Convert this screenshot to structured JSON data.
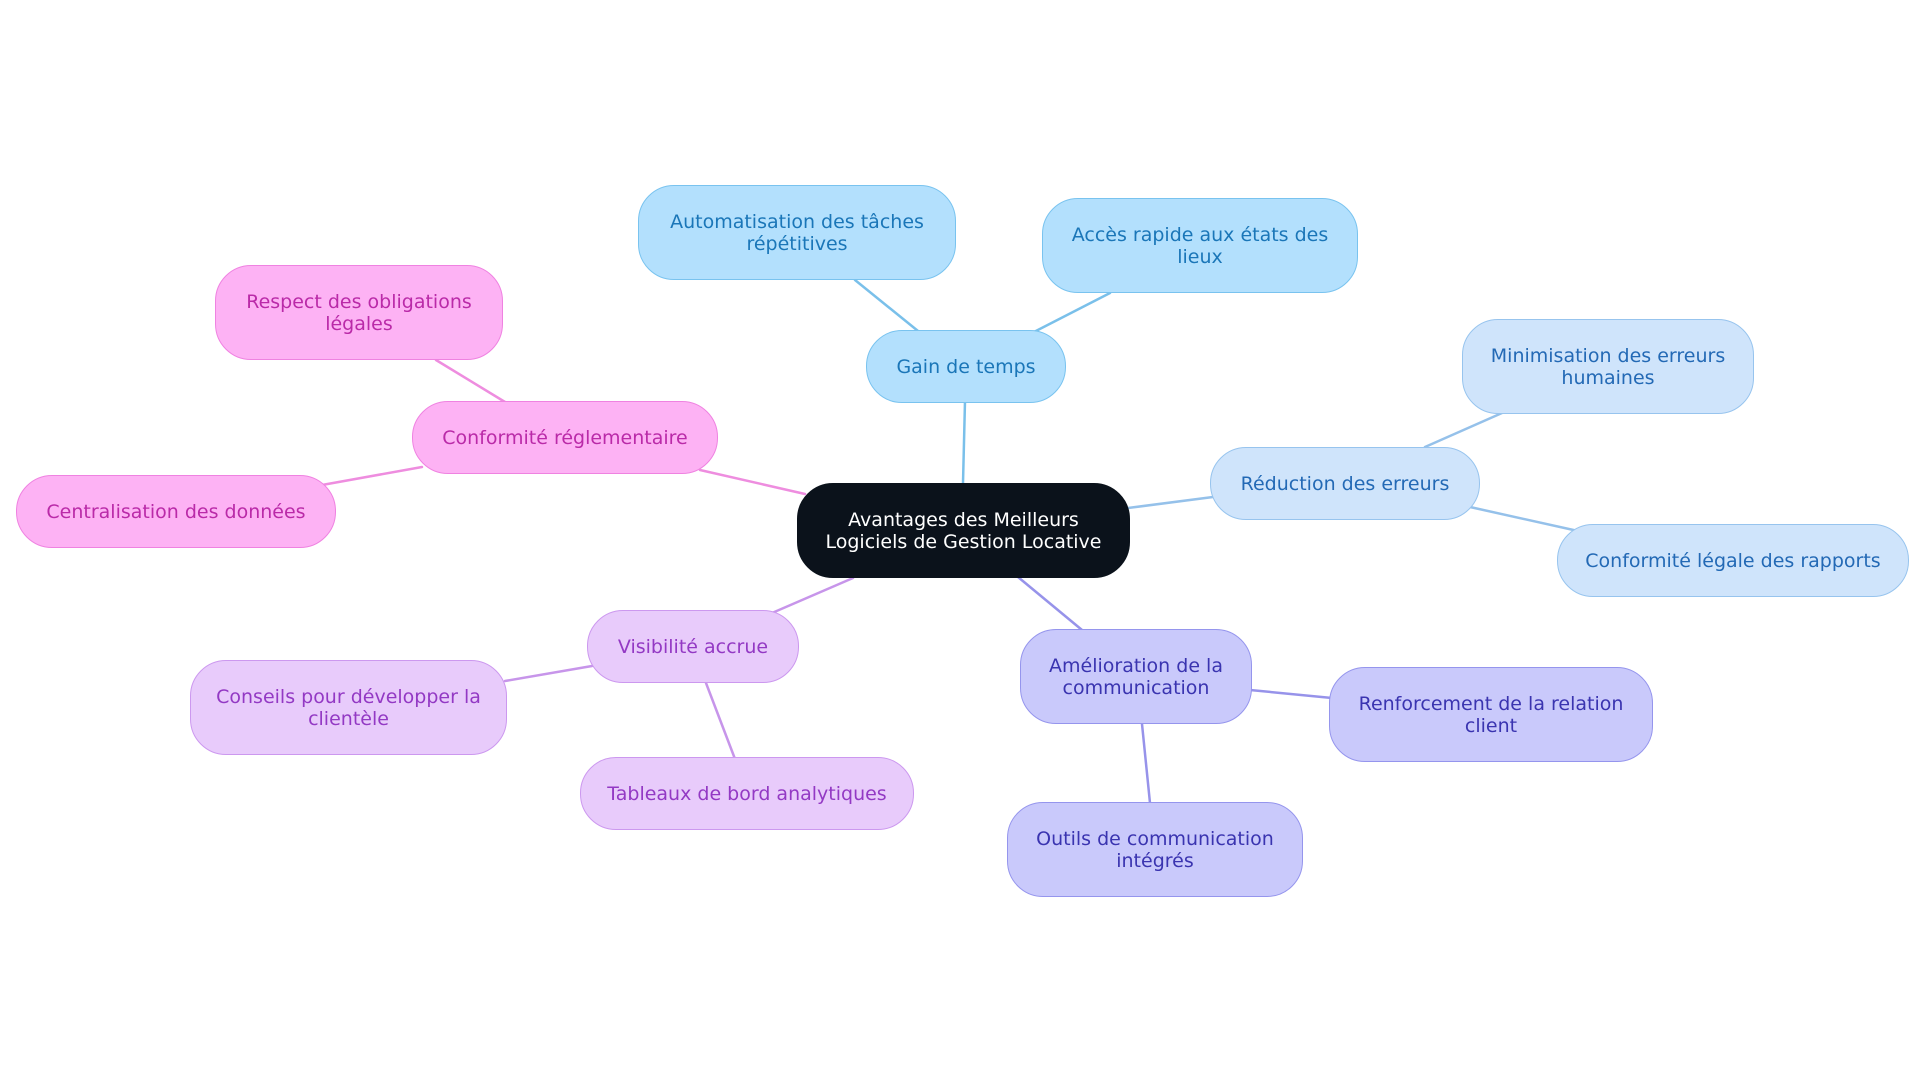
{
  "root": {
    "label": "Avantages des Meilleurs Logiciels de Gestion Locative"
  },
  "branches": [
    {
      "id": "gain",
      "label": "Gain de temps",
      "color": "#7ac0ea",
      "children": [
        {
          "id": "auto",
          "label": "Automatisation des tâches répétitives"
        },
        {
          "id": "acces",
          "label": "Accès rapide aux états des lieux"
        }
      ]
    },
    {
      "id": "reduction",
      "label": "Réduction des erreurs",
      "color": "#95c1ea",
      "children": [
        {
          "id": "minim",
          "label": "Minimisation des erreurs humaines"
        },
        {
          "id": "conf-legale",
          "label": "Conformité légale des rapports"
        }
      ]
    },
    {
      "id": "amelioration",
      "label": "Amélioration de la communication",
      "color": "#9793ea",
      "children": [
        {
          "id": "renfort",
          "label": "Renforcement de la relation client"
        },
        {
          "id": "outils",
          "label": "Outils de communication intégrés"
        }
      ]
    },
    {
      "id": "visibilite",
      "label": "Visibilité accrue",
      "color": "#c795ea",
      "children": [
        {
          "id": "conseils",
          "label": "Conseils pour développer la clientèle"
        },
        {
          "id": "tableaux",
          "label": "Tableaux de bord analytiques"
        }
      ]
    },
    {
      "id": "conformite",
      "label": "Conformité réglementaire",
      "color": "#ee8ddf",
      "children": [
        {
          "id": "respect",
          "label": "Respect des obligations légales"
        },
        {
          "id": "central",
          "label": "Centralisation des données"
        }
      ]
    }
  ]
}
